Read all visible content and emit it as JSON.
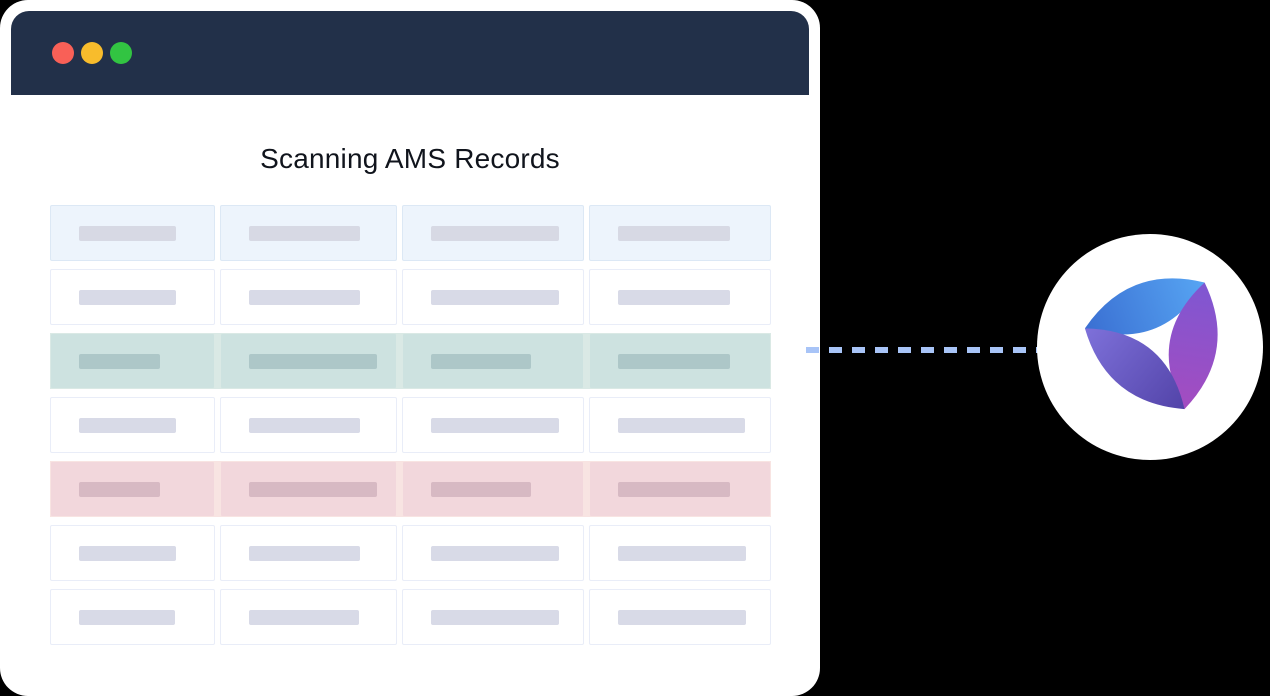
{
  "background_color": "#000000",
  "window": {
    "card_color": "#FFFFFF",
    "titlebar_color": "#223049",
    "traffic_lights": [
      {
        "name": "close",
        "color": "#F96057"
      },
      {
        "name": "minimize",
        "color": "#F8BC2C"
      },
      {
        "name": "maximize",
        "color": "#32C442"
      }
    ],
    "title": "Scanning AMS Records"
  },
  "table": {
    "columns": 4,
    "row_styles": {
      "header": {
        "row_bg": "transparent",
        "cell_bg": "#EDF4FC",
        "cell_border": "#DCE8F5",
        "bar": "#D7D9E4"
      },
      "plain": {
        "row_bg": "transparent",
        "cell_bg": "#FFFFFF",
        "cell_border": "#E9EDF8",
        "bar": "#D8DAE7"
      },
      "success": {
        "row_bg": "#DAE9E5",
        "cell_bg": "#CDE2E0",
        "cell_border": "#DAE9E5",
        "bar": "#ADC7C8"
      },
      "error": {
        "row_bg": "#F8E4E2",
        "cell_bg": "#F2D7DC",
        "cell_border": "#F8E4E2",
        "bar": "#D7B9C3"
      }
    },
    "rows": [
      {
        "type": "header",
        "bars": [
          97,
          111,
          128,
          112
        ]
      },
      {
        "type": "plain",
        "bars": [
          97,
          111,
          128,
          112
        ]
      },
      {
        "type": "success",
        "bars": [
          81,
          128,
          100,
          112
        ]
      },
      {
        "type": "plain",
        "bars": [
          97,
          111,
          128,
          127
        ]
      },
      {
        "type": "error",
        "bars": [
          81,
          128,
          100,
          112
        ]
      },
      {
        "type": "plain",
        "bars": [
          97,
          111,
          128,
          128
        ]
      },
      {
        "type": "plain",
        "bars": [
          96,
          110,
          128,
          128
        ]
      }
    ]
  },
  "connector": {
    "style": "dashed",
    "color": "#A8C4F7"
  },
  "logo": {
    "circle_color": "#FFFFFF",
    "petals": {
      "blue": {
        "from": "#3A6FD2",
        "to": "#57A5F3"
      },
      "purple": {
        "from": "#7E57D2",
        "to": "#A44CC0"
      },
      "indigo": {
        "from": "#7E71DA",
        "to": "#5243A8"
      }
    }
  }
}
